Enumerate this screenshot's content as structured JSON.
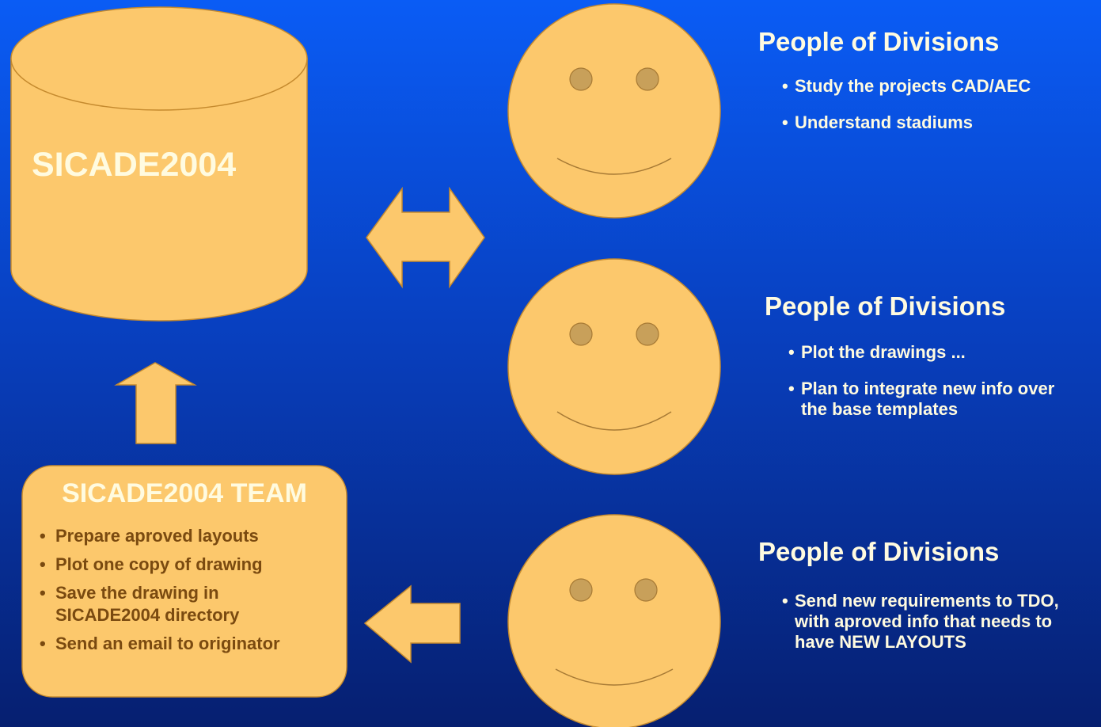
{
  "database": {
    "title": "SICADE2004"
  },
  "team": {
    "title": "SICADE2004 TEAM",
    "items": [
      "Prepare aproved layouts",
      "Plot one copy of drawing",
      "Save the drawing in SICADE2004 directory",
      "Send an email to originator"
    ]
  },
  "groups": [
    {
      "title": "People of Divisions",
      "items": [
        "Study the projects CAD/AEC",
        "Understand stadiums"
      ]
    },
    {
      "title": "People of Divisions",
      "items": [
        "Plot the drawings ...",
        "Plan to integrate new info over the base templates"
      ]
    },
    {
      "title": "People of Divisions",
      "items": [
        "Send new requirements to TDO, with aproved info that needs to have NEW LAYOUTS"
      ]
    }
  ],
  "colors": {
    "shape_fill": "#fcc86c",
    "shape_stroke": "#c58a2e",
    "eye_fill": "#c8a05a",
    "text_light": "#fffbe0",
    "text_dark": "#7a4a10"
  }
}
